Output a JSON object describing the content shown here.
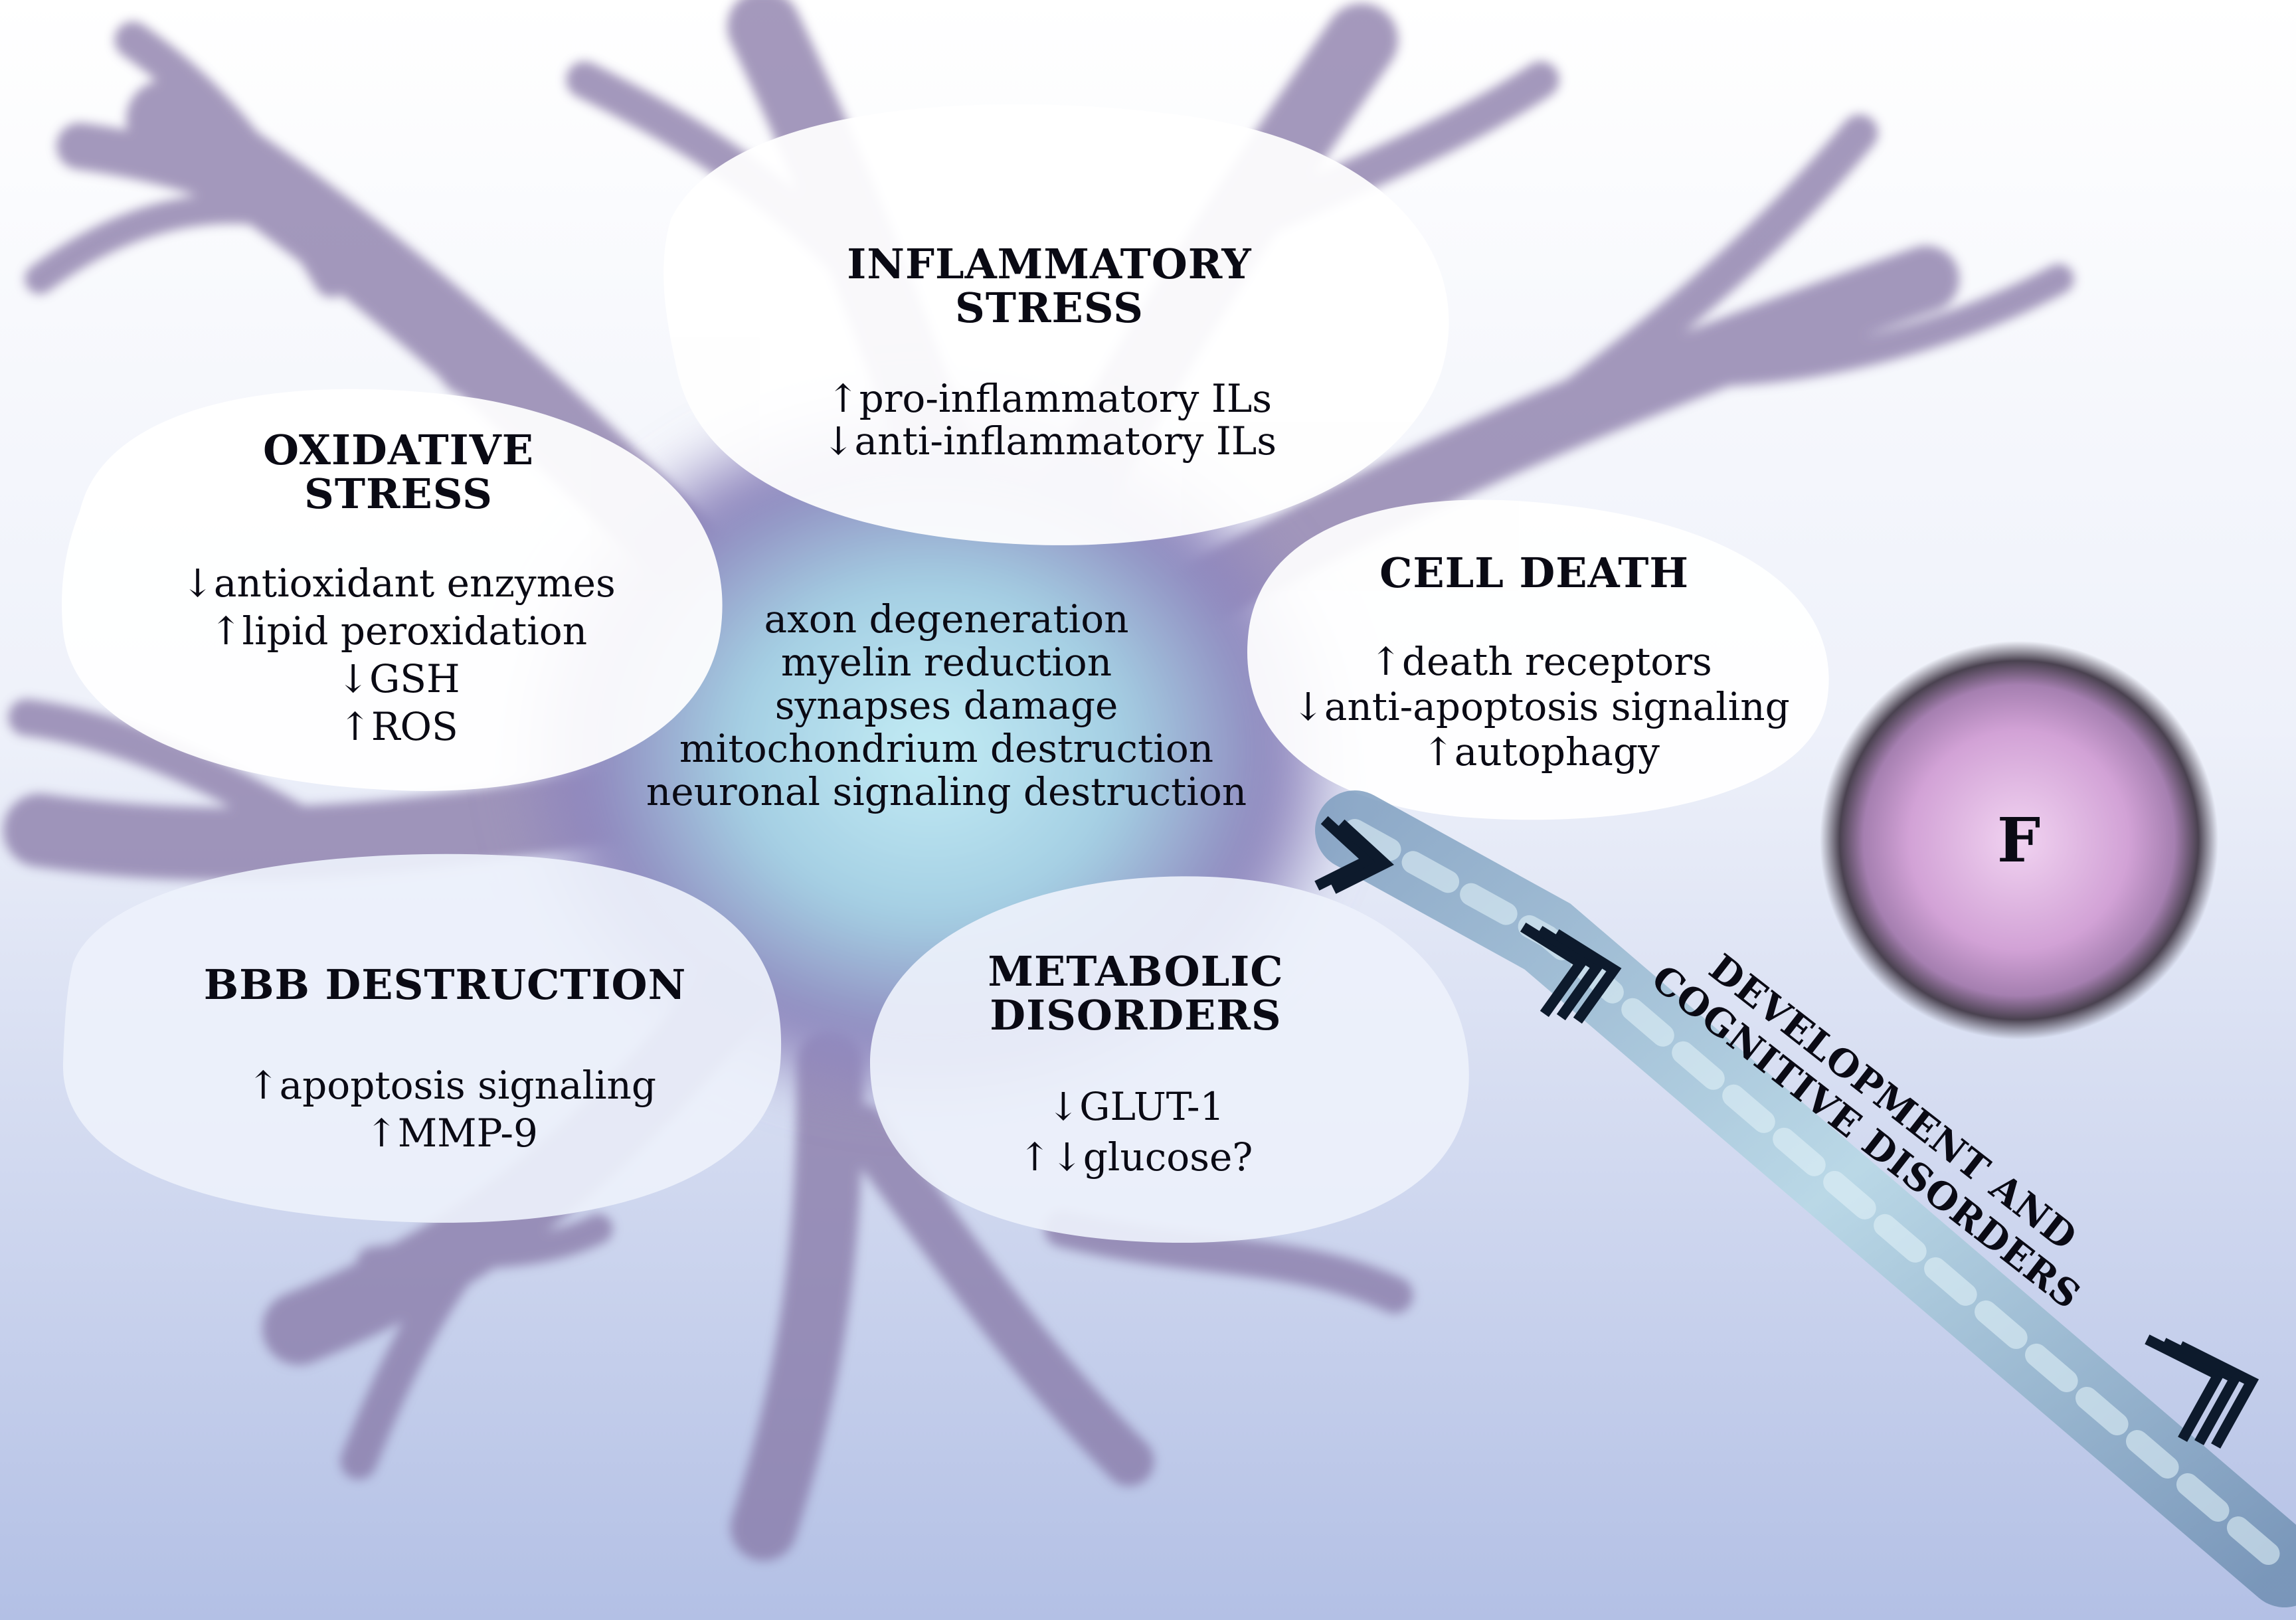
{
  "oxidative": {
    "title_line1": "OXIDATIVE",
    "title_line2": "STRESS",
    "items": [
      "↓antioxidant enzymes",
      "↑lipid peroxidation",
      "↓GSH",
      "↑ROS"
    ]
  },
  "inflammatory": {
    "title_line1": "INFLAMMATORY",
    "title_line2": "STRESS",
    "items": [
      "↑pro-inflammatory ILs",
      "↓anti-inflammatory ILs"
    ]
  },
  "cell_death": {
    "title": "CELL DEATH",
    "items": [
      "↑death receptors",
      "↓anti-apoptosis signaling",
      "↑autophagy"
    ]
  },
  "center": {
    "items": [
      "axon degeneration",
      "myelin reduction",
      "synapses damage",
      "mitochondrium destruction",
      "neuronal signaling destruction"
    ]
  },
  "bbb": {
    "title": "BBB DESTRUCTION",
    "items": [
      "↑apoptosis signaling",
      "↑MMP-9"
    ]
  },
  "metabolic": {
    "title_line1": "METABOLIC",
    "title_line2": "DISORDERS",
    "items": [
      "↓GLUT-1",
      "↑↓glucose?"
    ]
  },
  "fluoride": {
    "label": "F"
  },
  "outcome": {
    "line1": "DEVELOPMENT AND",
    "line2": "COGNITIVE DISORDERS"
  },
  "colors": {
    "neuron": "#7d6a9c",
    "soma_glow": "#b9e2ef",
    "background_bottom": "#b7c3e6",
    "sphere": "#d8a6d8",
    "chevron": "#0d1a2c",
    "axon": "#9bbcd0"
  }
}
